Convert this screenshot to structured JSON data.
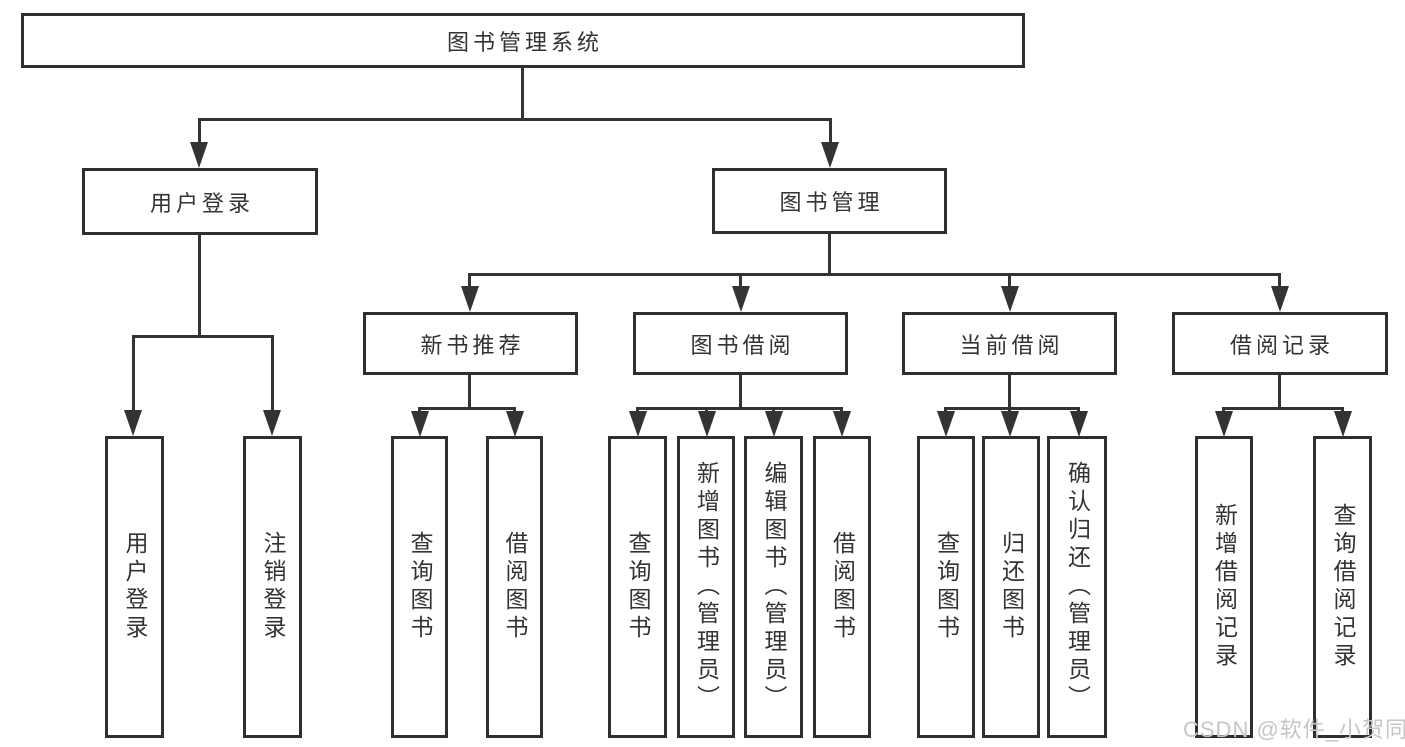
{
  "diagram": {
    "root": {
      "label": "图书管理系统"
    },
    "level2": [
      {
        "label": "用户登录"
      },
      {
        "label": "图书管理"
      }
    ],
    "level3": [
      {
        "label": "新书推荐"
      },
      {
        "label": "图书借阅"
      },
      {
        "label": "当前借阅"
      },
      {
        "label": "借阅记录"
      }
    ],
    "leaves": [
      {
        "label": "用户登录"
      },
      {
        "label": "注销登录"
      },
      {
        "label": "查询图书"
      },
      {
        "label": "借阅图书"
      },
      {
        "label": "查询图书"
      },
      {
        "label": "新增图书（管理员）"
      },
      {
        "label": "编辑图书（管理员）"
      },
      {
        "label": "借阅图书"
      },
      {
        "label": "查询图书"
      },
      {
        "label": "归还图书"
      },
      {
        "label": "确认归还（管理员）"
      },
      {
        "label": "新增借阅记录"
      },
      {
        "label": "查询借阅记录"
      }
    ]
  },
  "watermark": {
    "text": "CSDN @软件_小贺同学"
  },
  "colors": {
    "line": "#333333",
    "box_border": "#2f2f2f",
    "box_fill": "#ffffff",
    "text": "#333333",
    "watermark": "#c6c6c6",
    "background": "#ffffff"
  }
}
